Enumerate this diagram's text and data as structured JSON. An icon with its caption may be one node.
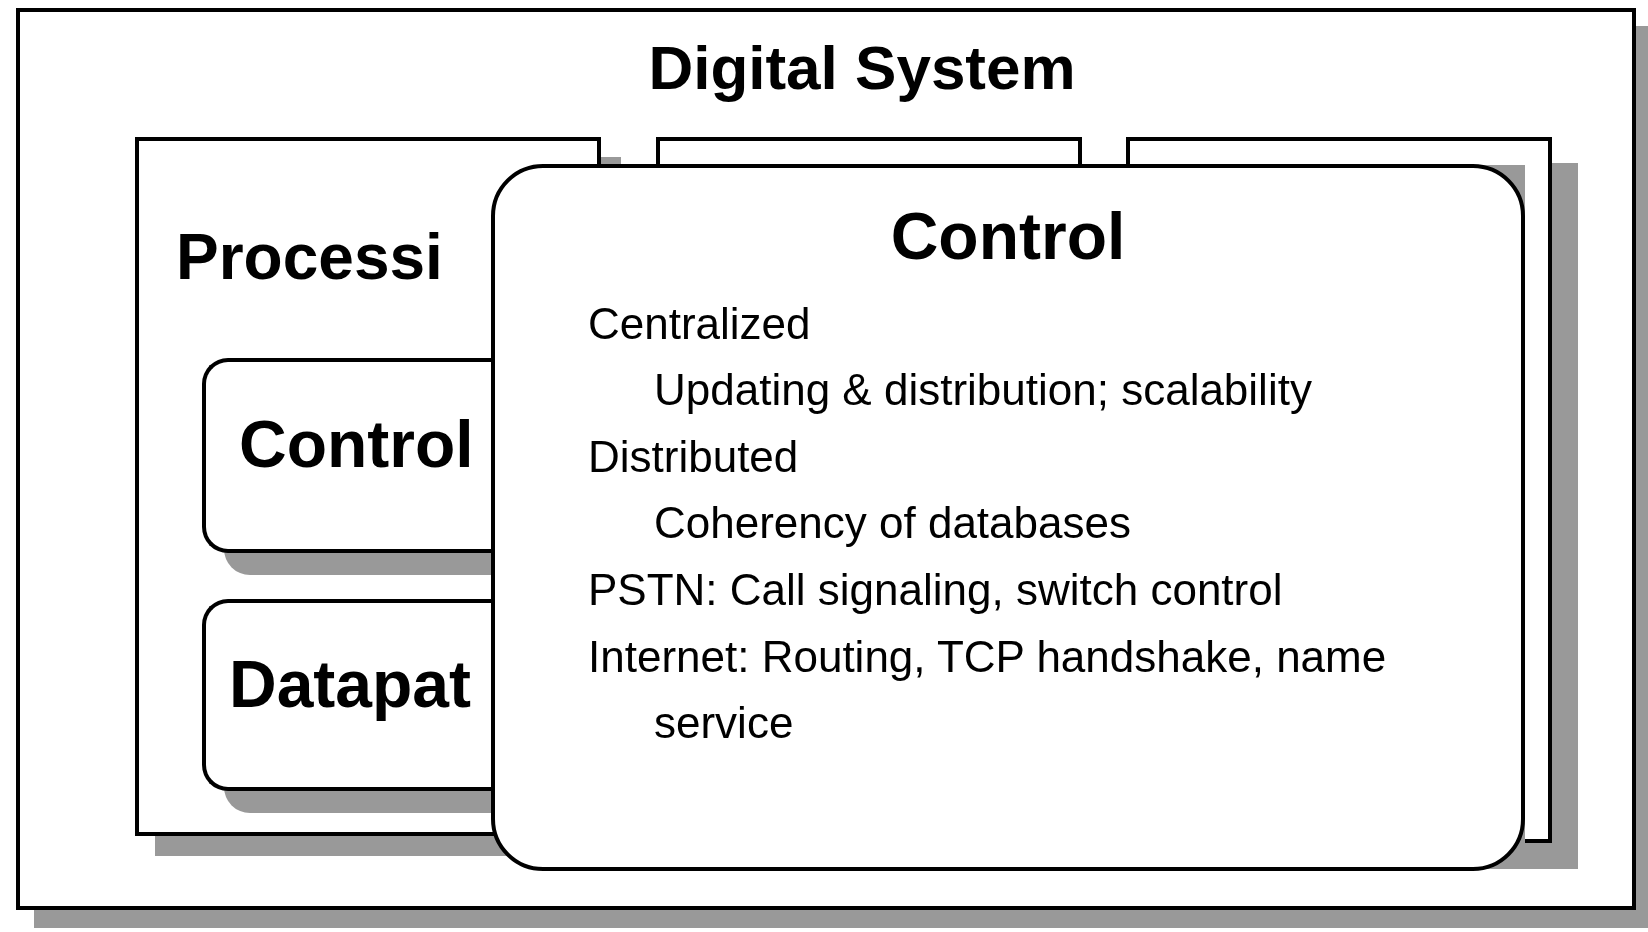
{
  "diagram": {
    "nodes": [
      {
        "text": [
          "Digital System"
        ]
      },
      {
        "text": [
          "Processi"
        ],
        "in": 0
      },
      {
        "text": [
          "Control"
        ],
        "in": 1
      },
      {
        "text": [
          "Datapat"
        ],
        "in": 1
      },
      {
        "text": [],
        "shape": "box",
        "in": 0
      },
      {
        "text": [],
        "shape": "box",
        "in": 0
      },
      {
        "text": [
          "Control",
          "Centralized",
          "Updating & distribution; scalability",
          "Distributed",
          "Coherency of databases",
          "PSTN: Call signaling, switch control",
          "Internet: Routing, TCP handshake, name service"
        ],
        "in": 0
      }
    ],
    "edges": []
  }
}
